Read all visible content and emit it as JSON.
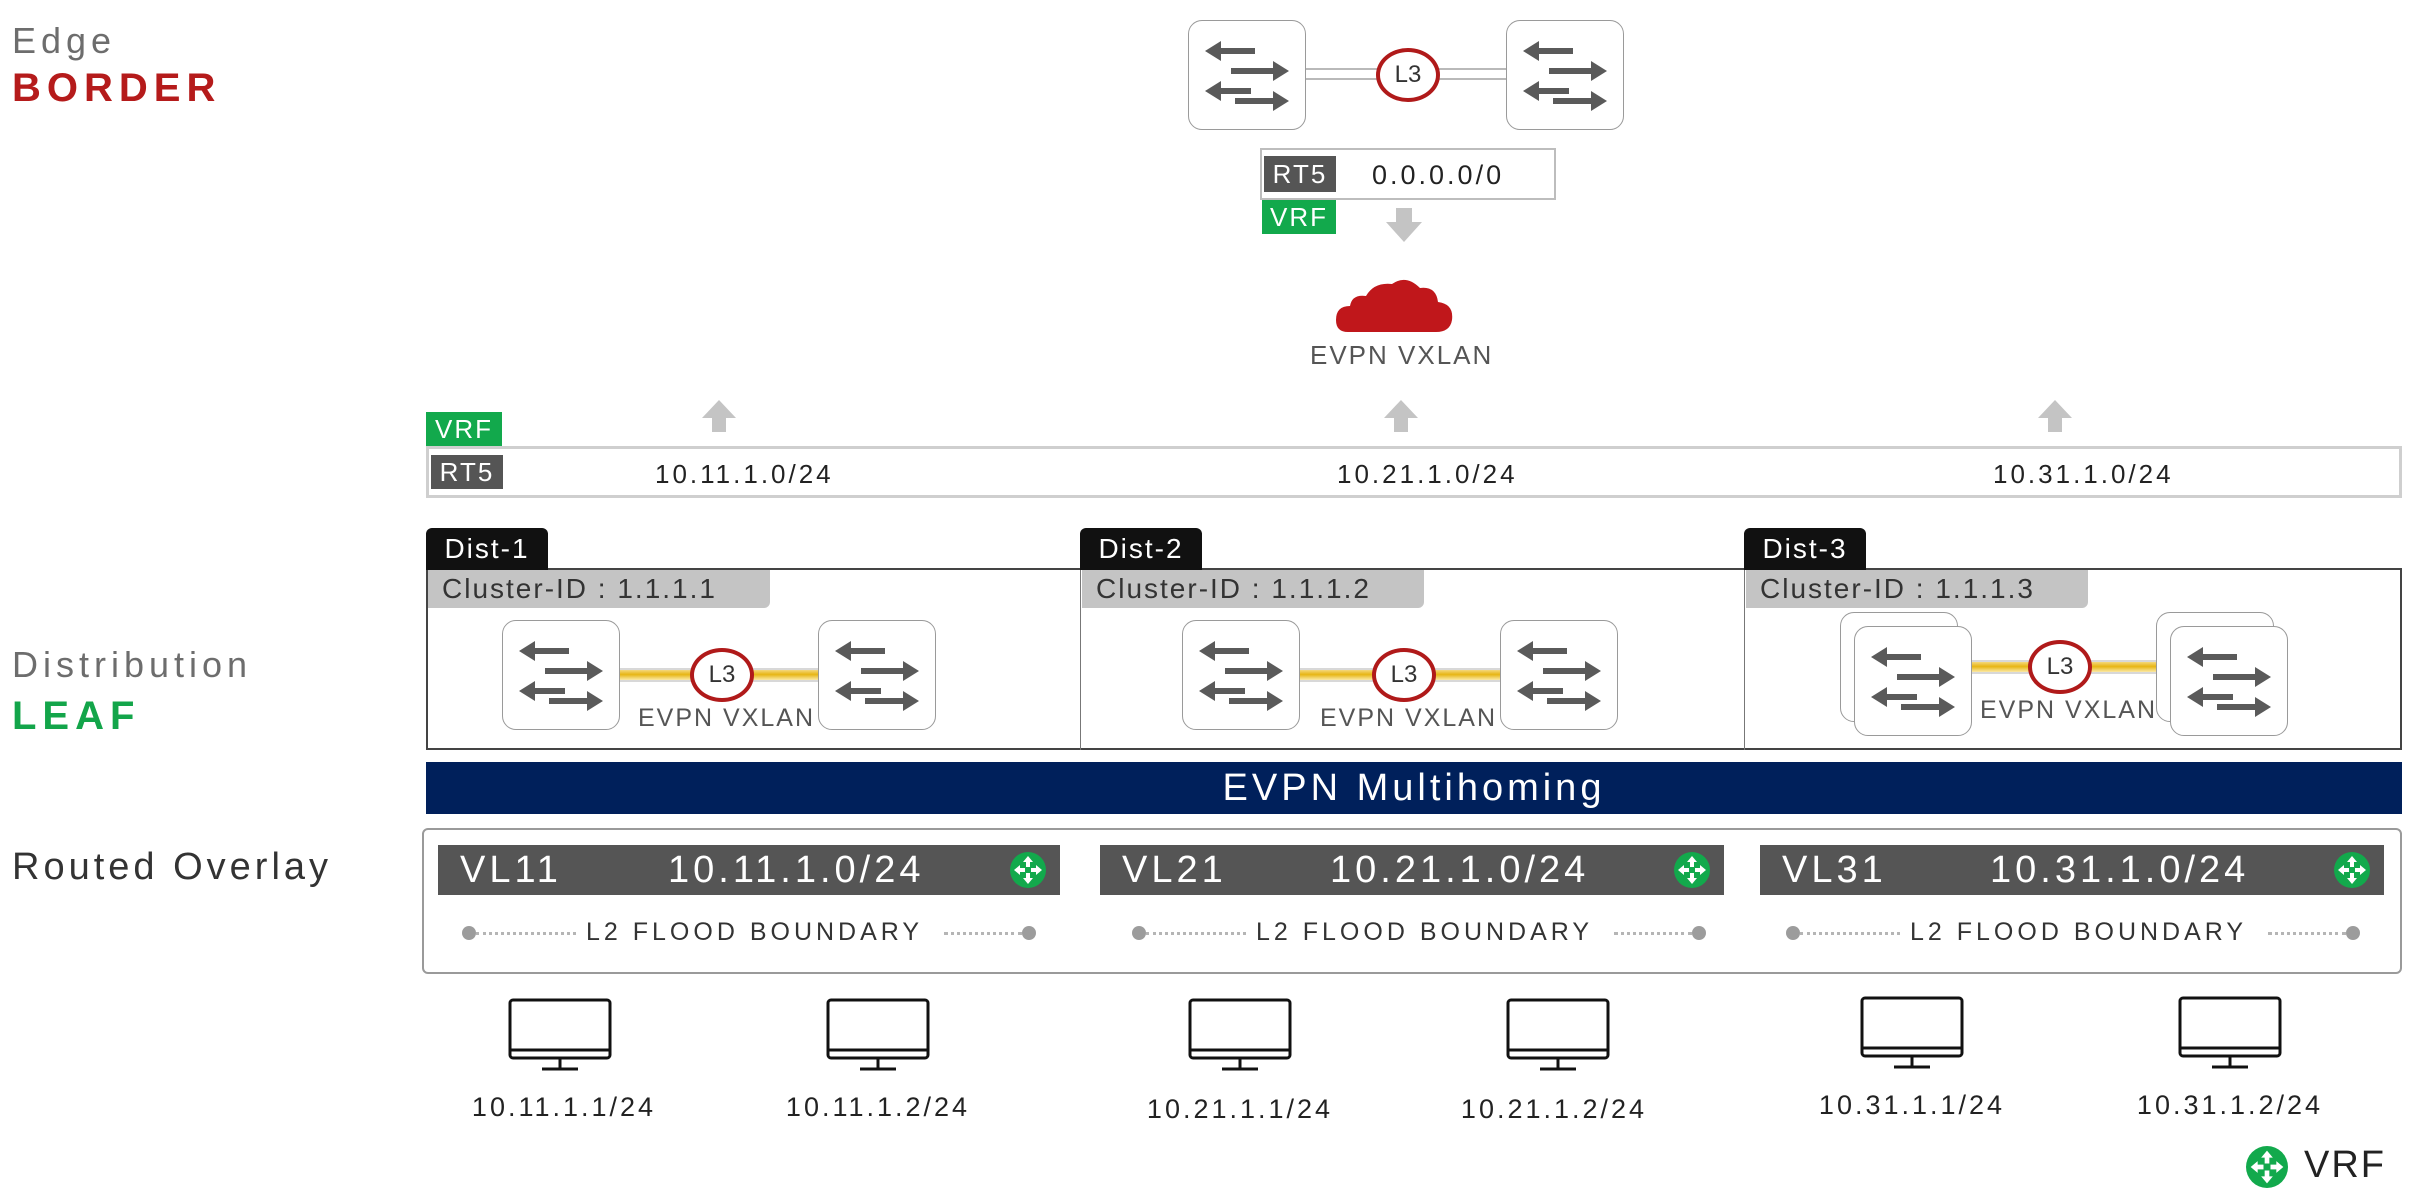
{
  "tiers": {
    "edge": {
      "sub": "Edge",
      "main": "BORDER",
      "color": "#b51b1b"
    },
    "distribution": {
      "sub": "Distribution",
      "main": "LEAF",
      "color": "#13a54a"
    },
    "overlay": {
      "label": "Routed Overlay"
    }
  },
  "border": {
    "link_label": "L3",
    "rt5_tag": "RT5",
    "route": "0.0.0.0/0",
    "vrf_tag": "VRF",
    "cloud_label": "EVPN VXLAN"
  },
  "rt5_row": {
    "vrf_tag": "VRF",
    "rt5_tag": "RT5",
    "routes": [
      "10.11.1.0/24",
      "10.21.1.0/24",
      "10.31.1.0/24"
    ]
  },
  "dists": [
    {
      "name": "Dist-1",
      "cluster": "Cluster-ID : 1.1.1.1",
      "link_label": "L3",
      "fabric_label": "EVPN VXLAN"
    },
    {
      "name": "Dist-2",
      "cluster": "Cluster-ID : 1.1.1.2",
      "link_label": "L3",
      "fabric_label": "EVPN VXLAN"
    },
    {
      "name": "Dist-3",
      "cluster": "Cluster-ID : 1.1.1.3",
      "link_label": "L3",
      "fabric_label": "EVPN VXLAN"
    }
  ],
  "multihoming": {
    "label": "EVPN Multihoming",
    "color": "#00205b"
  },
  "vlans": [
    {
      "id": "VL11",
      "subnet": "10.11.1.0/24",
      "flood": "L2 FLOOD BOUNDARY"
    },
    {
      "id": "VL21",
      "subnet": "10.21.1.0/24",
      "flood": "L2 FLOOD BOUNDARY"
    },
    {
      "id": "VL31",
      "subnet": "10.31.1.0/24",
      "flood": "L2 FLOOD BOUNDARY"
    }
  ],
  "hosts": [
    "10.11.1.1/24",
    "10.11.1.2/24",
    "10.21.1.1/24",
    "10.21.1.2/24",
    "10.31.1.1/24",
    "10.31.1.2/24"
  ],
  "legend": {
    "icon": "vrf-router-icon",
    "label": "VRF"
  },
  "colors": {
    "vrf_green": "#12a94c",
    "tag_gray": "#555555",
    "l3_red": "#b01a1a"
  }
}
